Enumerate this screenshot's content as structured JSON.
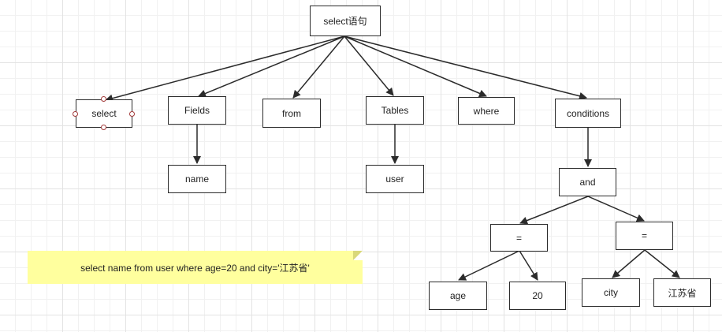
{
  "diagram": {
    "nodes": {
      "root": "select语句",
      "select": "select",
      "fields": "Fields",
      "from": "from",
      "tables": "Tables",
      "where": "where",
      "conditions": "conditions",
      "name": "name",
      "user": "user",
      "and": "and",
      "eq1": "=",
      "eq2": "=",
      "age": "age",
      "twenty": "20",
      "city": "city",
      "jiangsu": "江苏省"
    },
    "note": "select name from user where  age=20 and city='江苏省'",
    "edge_color": "#2b2b2b",
    "note_color": "#ffff9e"
  }
}
